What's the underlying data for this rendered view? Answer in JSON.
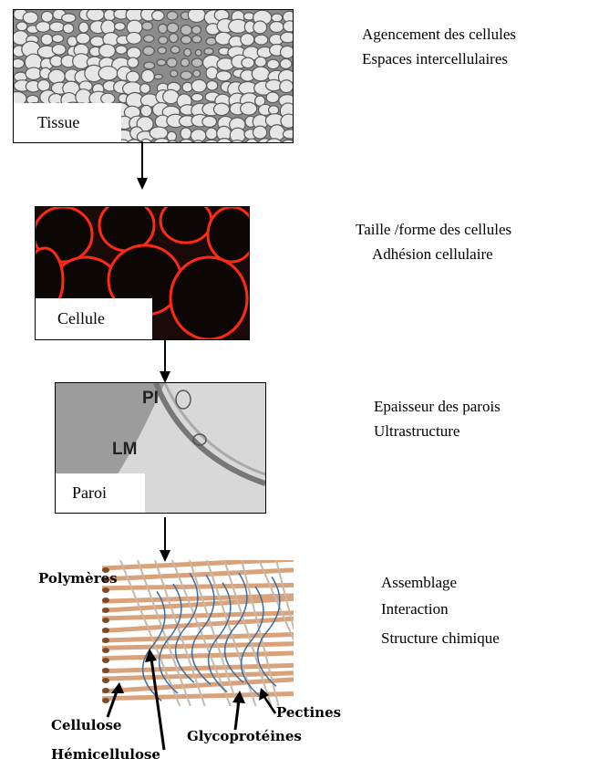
{
  "levels": [
    {
      "label": "Tissue",
      "desc": [
        "Agencement des cellules",
        "Espaces intercellulaires"
      ]
    },
    {
      "label": "Cellule",
      "desc": [
        "Taille /forme des cellules",
        "Adhésion cellulaire"
      ]
    },
    {
      "label": "Paroi",
      "desc": [
        "Epaisseur des parois",
        "Ultrastructure"
      ],
      "micro_labels": [
        "PI",
        "LM"
      ]
    },
    {
      "desc": [
        "Assemblage",
        "Interaction",
        "Structure chimique"
      ]
    }
  ],
  "polymer_labels": {
    "polymeres": "Polymères",
    "cellulose": "Cellulose",
    "hemicellulose": "Hémicellulose",
    "glycoproteines": "Glycoprotéines",
    "pectines": "Pectines"
  },
  "colors": {
    "cell_wall": "#ff2a14",
    "fiber": "#d9a27a",
    "blue_fiber": "#3f6f9f"
  }
}
